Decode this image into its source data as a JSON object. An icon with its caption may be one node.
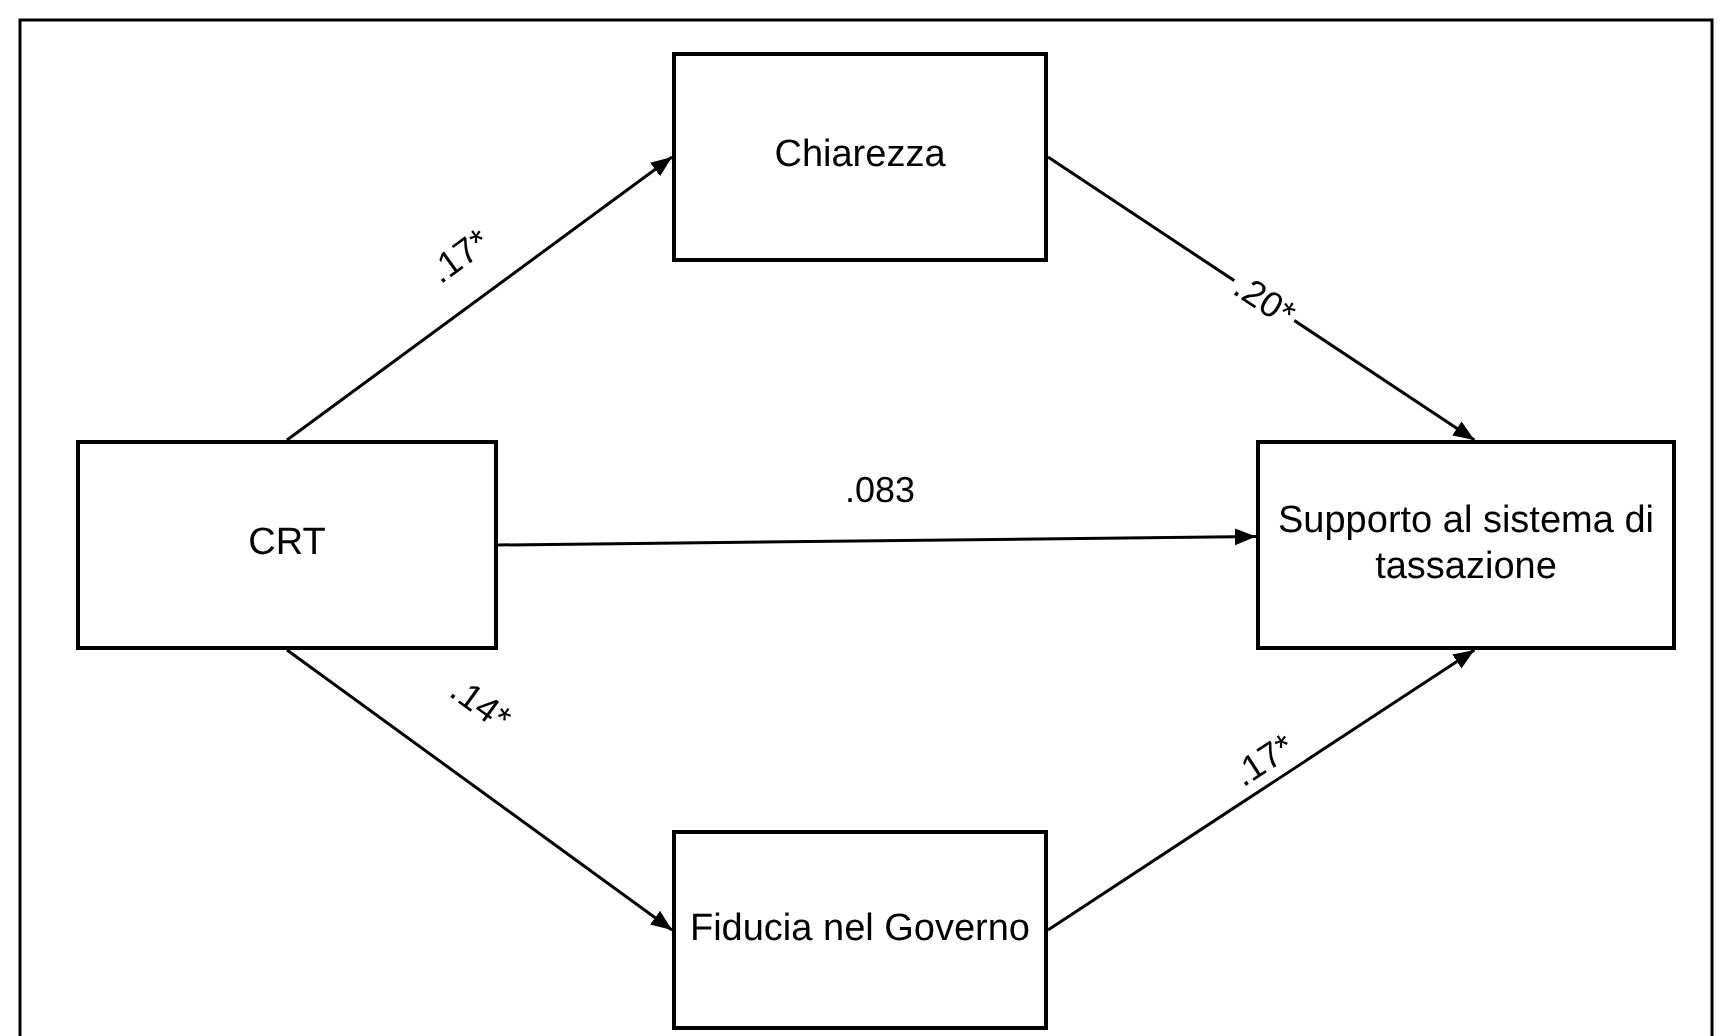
{
  "diagram": {
    "nodes": [
      {
        "text": [
          "Chiarezza"
        ]
      },
      {
        "text": [
          "CRT"
        ]
      },
      {
        "text": [
          "Supporto al sistema di tassazione"
        ]
      },
      {
        "text": [
          "Fiducia nel Governo"
        ]
      }
    ],
    "edges": [
      {
        "from": 1,
        "to": 0,
        "arrow": "to",
        "label": ".17*"
      },
      {
        "from": 0,
        "to": 2,
        "arrow": "to",
        "label": ".20*"
      },
      {
        "from": 1,
        "to": 2,
        "arrow": "to",
        "label": ".083"
      },
      {
        "from": 1,
        "to": 3,
        "arrow": "to",
        "label": ".14*"
      },
      {
        "from": 3,
        "to": 2,
        "arrow": "to",
        "label": ".17*"
      }
    ]
  }
}
